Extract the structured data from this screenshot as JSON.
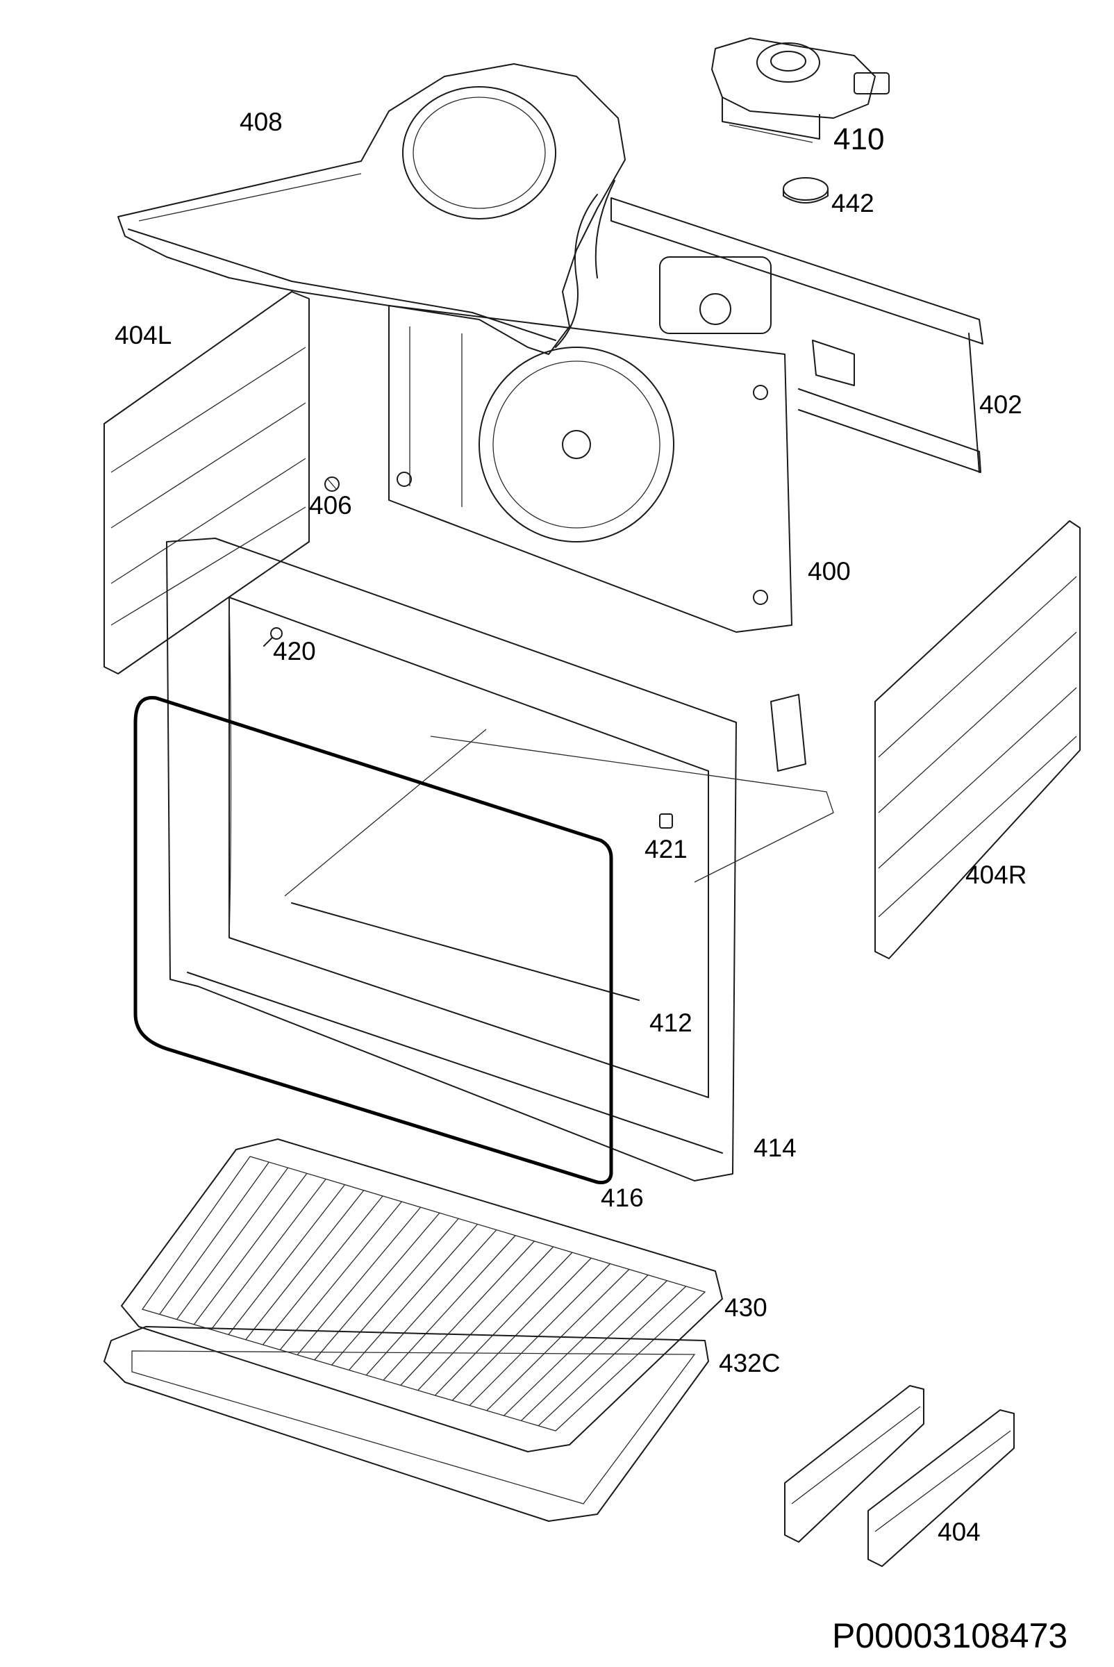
{
  "diagram_code": "P00003108473",
  "labels": {
    "p408": "408",
    "p410": "410",
    "p442": "442",
    "p404L": "404L",
    "p402": "402",
    "p406": "406",
    "p400": "400",
    "p420": "420",
    "p421": "421",
    "p404R": "404R",
    "p412": "412",
    "p414": "414",
    "p416": "416",
    "p430": "430",
    "p432C": "432C",
    "p404": "404"
  }
}
